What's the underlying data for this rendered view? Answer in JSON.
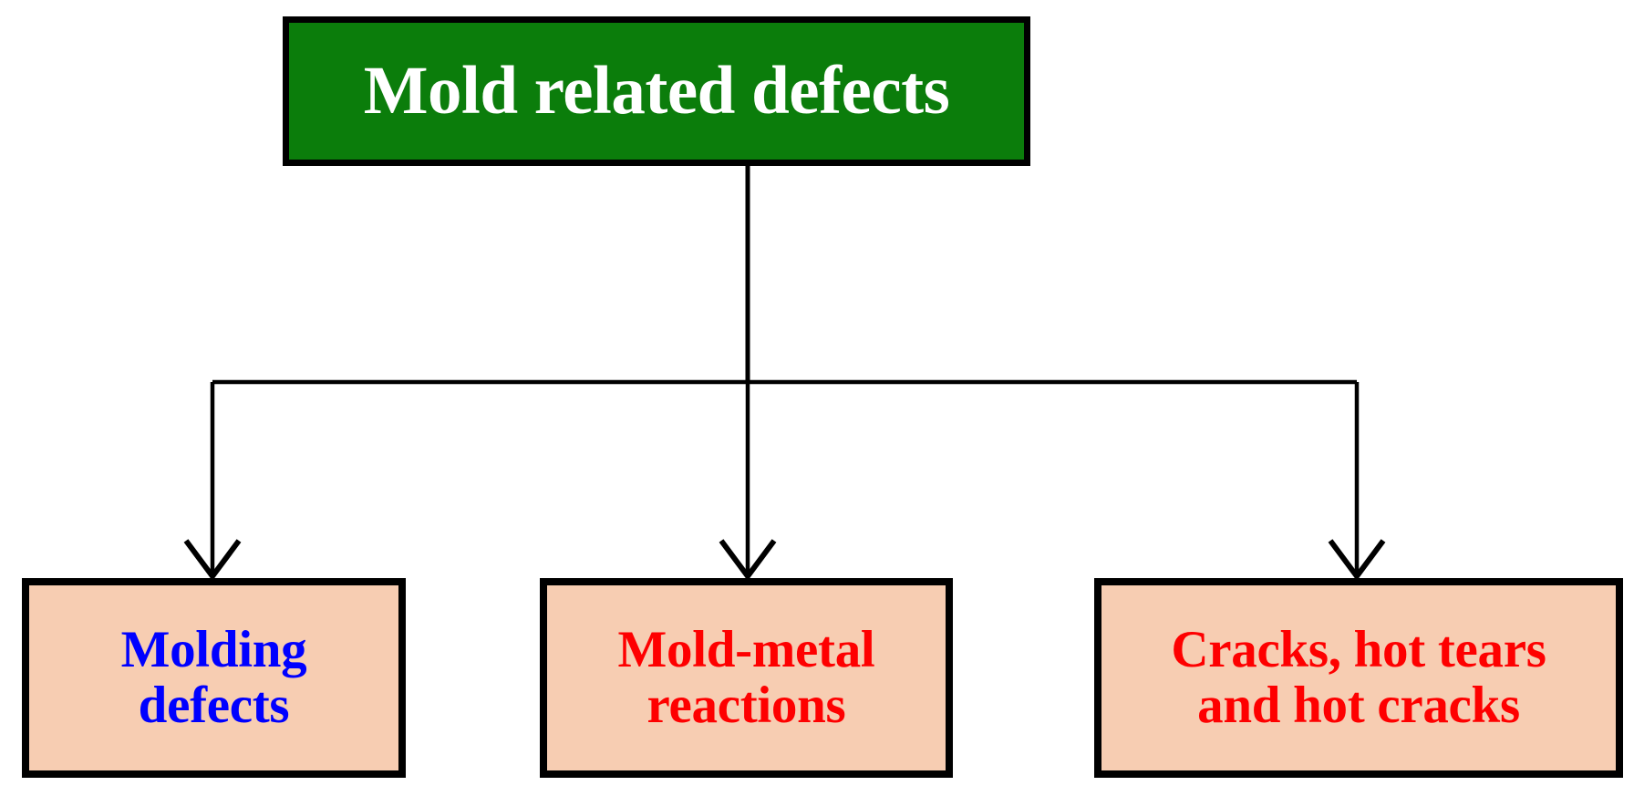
{
  "diagram": {
    "type": "hierarchy-tree",
    "title": "Mold related defects",
    "root": {
      "id": "root",
      "label": "Mold related defects",
      "fill": "#0b7d0b",
      "text_color": "#ffffff",
      "border_color": "#000000"
    },
    "children": [
      {
        "id": "molding-defects",
        "label": "Molding\ndefects",
        "fill": "#f7cdb2",
        "text_color": "#0000ff",
        "border_color": "#000000"
      },
      {
        "id": "mold-metal-reactions",
        "label": "Mold-metal\nreactions",
        "fill": "#f7cdb2",
        "text_color": "#fe0000",
        "border_color": "#000000"
      },
      {
        "id": "cracks-hot-tears",
        "label": "Cracks, hot tears\nand hot cracks",
        "fill": "#f7cdb2",
        "text_color": "#fe0000",
        "border_color": "#000000"
      }
    ],
    "connectors": {
      "style": "orthogonal-elbow",
      "arrowheads": 3,
      "line_color": "#000000",
      "count": 3
    },
    "background": "#ffffff"
  }
}
